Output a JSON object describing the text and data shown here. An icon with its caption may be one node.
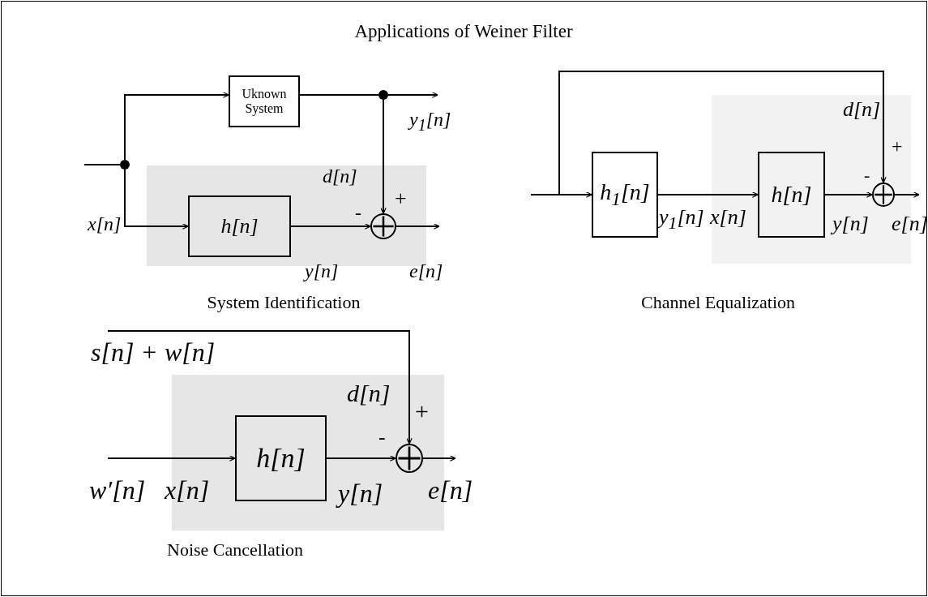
{
  "diagram": {
    "title": "Applications of Weiner Filter",
    "nodes": [
      {
        "text": [],
        "shape": "circle"
      },
      {
        "text": [
          "Uknown System"
        ]
      },
      {
        "text": [],
        "shape": "circle"
      },
      {
        "text": [],
        "shape": "box"
      },
      {
        "text": [
          "h[n]"
        ],
        "in": 3
      },
      {
        "text": [],
        "shape": "circle",
        "in": 3
      },
      {
        "text": [
          "h$_{1}$[n]"
        ]
      },
      {
        "text": [],
        "shape": "box"
      },
      {
        "text": [
          "h[n]"
        ],
        "in": 7
      },
      {
        "text": [],
        "shape": "circle",
        "in": 7
      },
      {
        "text": [],
        "shape": "box"
      },
      {
        "text": [
          "h[n]"
        ],
        "in": 10
      },
      {
        "text": [],
        "shape": "circle",
        "in": 10
      }
    ],
    "edges": [
      {
        "from": null,
        "to": 0,
        "arrow": "none"
      },
      {
        "from": 0,
        "to": 1,
        "arrow": "to"
      },
      {
        "from": 0,
        "to": 4,
        "arrow": "to",
        "label": "x[n]"
      },
      {
        "from": 1,
        "to": 2,
        "arrow": "none"
      },
      {
        "from": 2,
        "to": null,
        "arrow": "to",
        "label": "y$_{1}$[n]"
      },
      {
        "from": 2,
        "to": 5,
        "arrow": "to",
        "label": "d[n]"
      },
      {
        "from": 4,
        "to": 5,
        "arrow": "to",
        "label": "y[n]"
      },
      {
        "from": 5,
        "to": null,
        "arrow": "to",
        "label": "e[n]"
      },
      {
        "from": null,
        "to": 6,
        "arrow": "to"
      },
      {
        "from": null,
        "to": 9,
        "arrow": "to",
        "label": "d[n]"
      },
      {
        "from": 6,
        "to": 8,
        "arrow": "to",
        "label": "y$_{1}$[n]"
      },
      {
        "from": 8,
        "to": 9,
        "arrow": "to",
        "label": "y[n]"
      },
      {
        "from": 9,
        "to": null,
        "arrow": "to",
        "label": "e[n]"
      },
      {
        "from": null,
        "to": 12,
        "arrow": "to",
        "label": "s[n] + w[n]"
      },
      {
        "from": null,
        "to": 11,
        "arrow": "to",
        "label": "w′[n]"
      },
      {
        "from": 11,
        "to": 12,
        "arrow": "to",
        "label": "y[n]"
      },
      {
        "from": 12,
        "to": null,
        "arrow": "to",
        "label": "e[n]"
      }
    ],
    "labels": [
      "+",
      "-",
      "System Identification",
      "x[n]",
      "-",
      "+",
      "Channel Equalization",
      "d[n]",
      "x[n]",
      "-",
      "+",
      "Noise Cancellation"
    ]
  }
}
